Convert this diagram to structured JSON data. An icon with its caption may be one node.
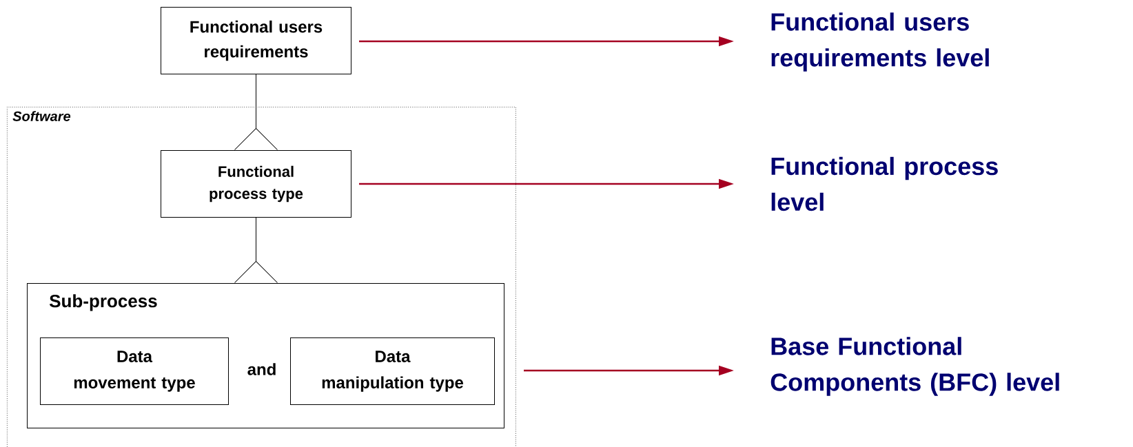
{
  "diagram": {
    "nodes": [
      {
        "text": [
          "Functional users requirements"
        ]
      },
      {
        "text": [
          "Software"
        ]
      },
      {
        "text": [
          "Functional process type"
        ],
        "in": 1
      },
      {
        "text": [
          "Sub-process"
        ],
        "in": 1
      },
      {
        "text": [
          "Data movement type"
        ],
        "in": 3
      },
      {
        "text": [
          "Data manipulation type"
        ],
        "in": 3
      },
      {
        "text": [
          "Functional users requirements level"
        ]
      },
      {
        "text": [
          "Functional process level"
        ]
      },
      {
        "text": [
          "Base Functional Components (BFC) level"
        ]
      }
    ],
    "edges": [
      {
        "from": 0,
        "to": 2,
        "arrow": "other",
        "color": "#000000"
      },
      {
        "from": 2,
        "to": 3,
        "arrow": "other",
        "color": "#000000"
      },
      {
        "from": 0,
        "to": 6,
        "arrow": "to",
        "color": "#a50021"
      },
      {
        "from": 2,
        "to": 7,
        "arrow": "to",
        "color": "#a50021"
      },
      {
        "from": 3,
        "to": 8,
        "arrow": "to",
        "color": "#a50021"
      }
    ],
    "labels": [
      "and"
    ]
  }
}
